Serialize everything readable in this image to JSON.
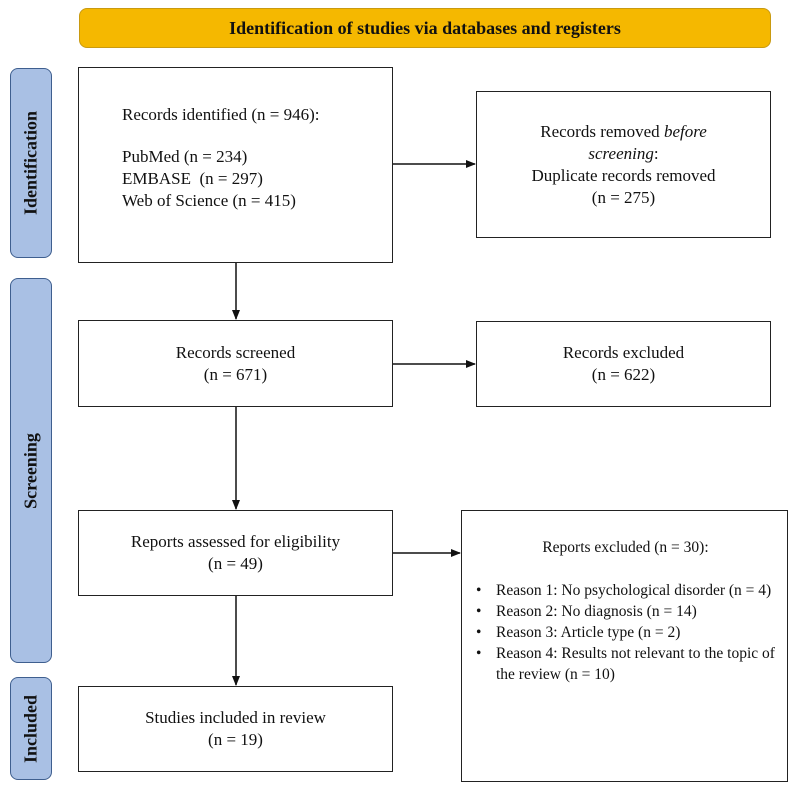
{
  "banner": "Identification of studies via databases and registers",
  "phases": {
    "identification": "Identification",
    "screening": "Screening",
    "included": "Included"
  },
  "identified": {
    "title": "Records identified (n = 946):",
    "sources": [
      "PubMed (n = 234)",
      "EMBASE  (n = 297)",
      "Web of Science (n = 415)"
    ]
  },
  "removed": {
    "line1": "Records removed ",
    "line1_italic": "before",
    "line2_italic": "screening",
    "line2_rest": ":",
    "line3": "Duplicate records removed",
    "line4": "(n = 275)"
  },
  "screened": {
    "label": "Records screened",
    "count": "(n = 671)"
  },
  "excluded": {
    "label": "Records excluded",
    "count": "(n = 622)"
  },
  "eligibility": {
    "label": "Reports assessed for eligibility",
    "count": "(n = 49)"
  },
  "reports_excluded": {
    "title": "Reports excluded (n = 30):",
    "reasons": [
      "Reason 1: No psychological disorder (n = 4)",
      "Reason 2: No diagnosis (n = 14)",
      "Reason 3: Article type (n = 2)",
      "Reason 4: Results not relevant to the topic of the review (n = 10)"
    ]
  },
  "included": {
    "label": "Studies included in review",
    "count": "(n = 19)"
  }
}
